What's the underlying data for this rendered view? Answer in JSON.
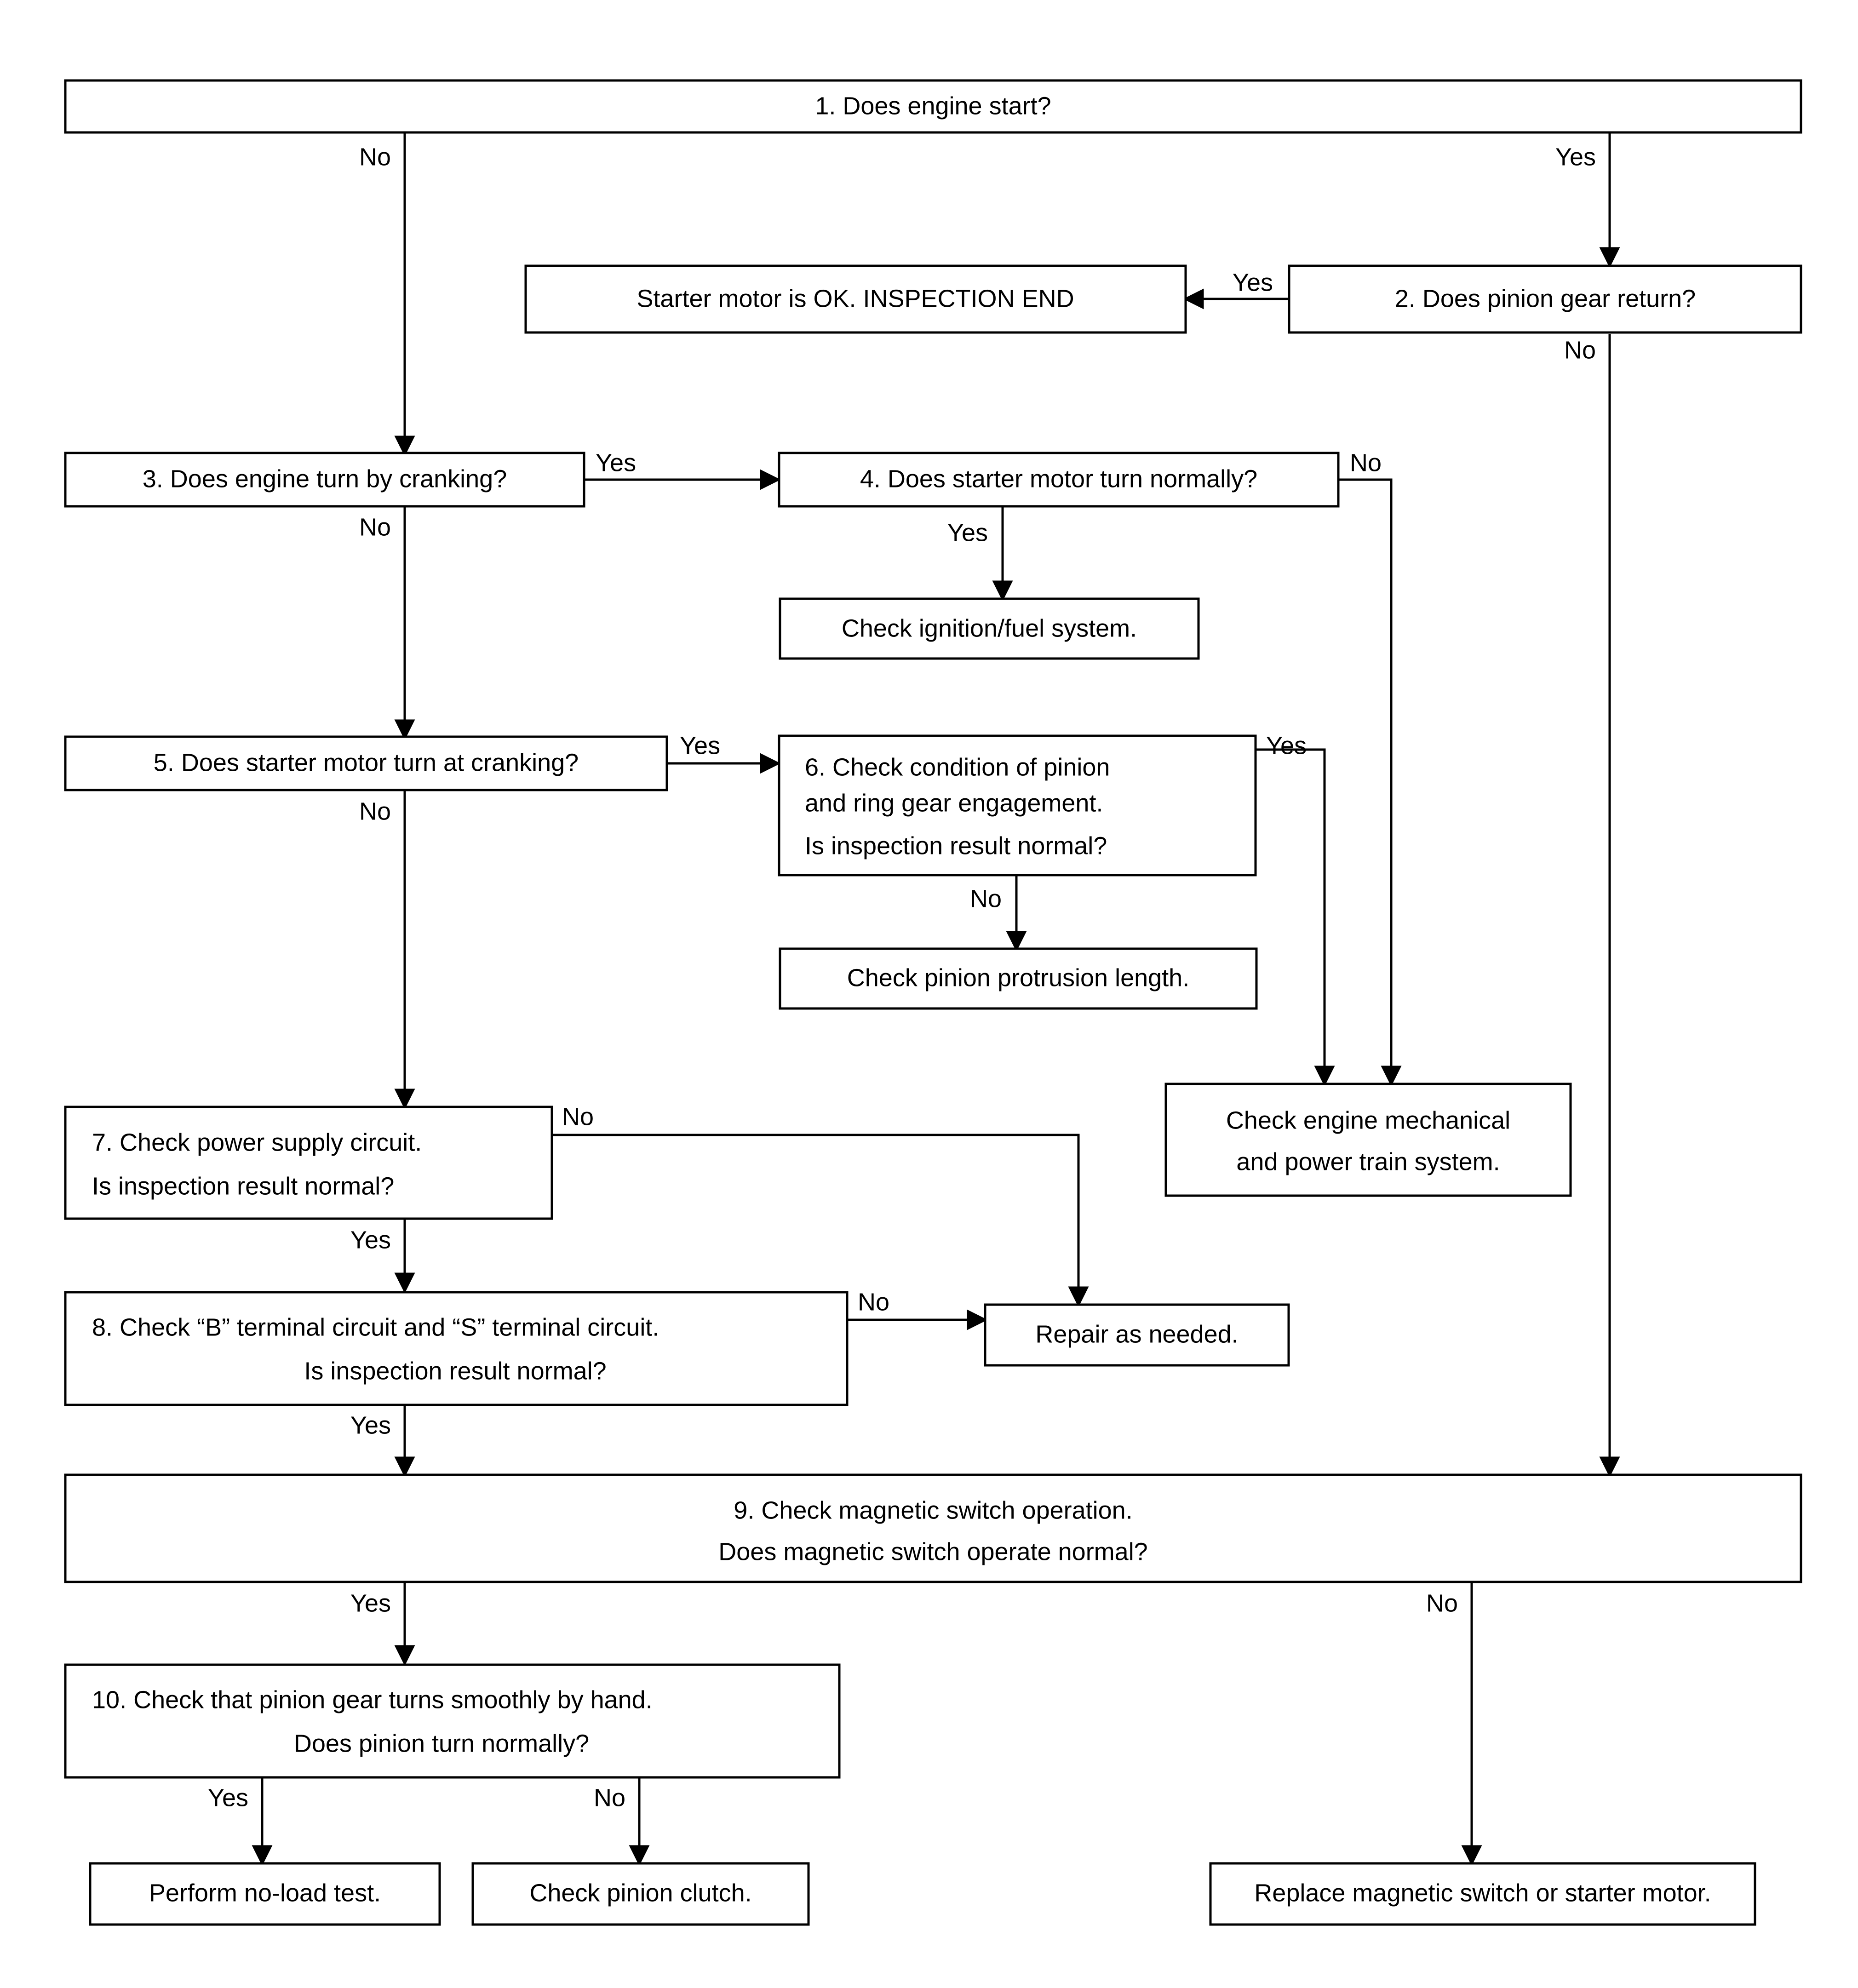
{
  "diagram": {
    "title": "Starter motor diagnostic flowchart",
    "colors": {
      "background": "#ffffff",
      "stroke": "#000000",
      "text": "#000000"
    },
    "nodes": [
      {
        "id": "n1",
        "lines": [
          "1. Does engine start?"
        ],
        "align": "center"
      },
      {
        "id": "n2",
        "lines": [
          "2. Does pinion gear return?"
        ],
        "align": "center"
      },
      {
        "id": "nOK",
        "lines": [
          "Starter motor is OK. INSPECTION END"
        ],
        "align": "center"
      },
      {
        "id": "n3",
        "lines": [
          "3. Does engine turn by cranking?"
        ],
        "align": "center"
      },
      {
        "id": "n4",
        "lines": [
          "4. Does starter motor turn normally?"
        ],
        "align": "center"
      },
      {
        "id": "nIgn",
        "lines": [
          "Check ignition/fuel system."
        ],
        "align": "center"
      },
      {
        "id": "n5",
        "lines": [
          "5. Does starter motor turn at cranking?"
        ],
        "align": "center"
      },
      {
        "id": "n6",
        "lines": [
          "6. Check condition of pinion",
          "     and ring gear engagement.",
          "Is inspection result normal?"
        ],
        "align": "left"
      },
      {
        "id": "nProt",
        "lines": [
          "Check pinion protrusion length."
        ],
        "align": "center"
      },
      {
        "id": "n7",
        "lines": [
          "7. Check power supply circuit.",
          "    Is inspection result normal?"
        ],
        "align": "left"
      },
      {
        "id": "nEng",
        "lines": [
          "Check engine mechanical",
          "and power train system."
        ],
        "align": "center"
      },
      {
        "id": "n8",
        "lines": [
          "8. Check “B” terminal circuit and “S” terminal circuit.",
          "Is inspection result normal?"
        ],
        "align": "mixed"
      },
      {
        "id": "nRep",
        "lines": [
          "Repair as needed."
        ],
        "align": "center"
      },
      {
        "id": "n9",
        "lines": [
          "9. Check magnetic switch operation.",
          "Does magnetic switch operate normal?"
        ],
        "align": "center"
      },
      {
        "id": "n10",
        "lines": [
          "10. Check that pinion gear turns smoothly by hand.",
          "Does pinion turn normally?"
        ],
        "align": "mixed"
      },
      {
        "id": "nNoLoad",
        "lines": [
          "Perform no-load test."
        ],
        "align": "center"
      },
      {
        "id": "nClutch",
        "lines": [
          "Check pinion clutch."
        ],
        "align": "center"
      },
      {
        "id": "nReplace",
        "lines": [
          "Replace magnetic switch or starter motor."
        ],
        "align": "center"
      }
    ],
    "edge_labels": [
      {
        "id": "e1no",
        "text": "No"
      },
      {
        "id": "e1yes",
        "text": "Yes"
      },
      {
        "id": "e2yes",
        "text": "Yes"
      },
      {
        "id": "e2no",
        "text": "No"
      },
      {
        "id": "e3yes",
        "text": "Yes"
      },
      {
        "id": "e3no",
        "text": "No"
      },
      {
        "id": "e4no",
        "text": "No"
      },
      {
        "id": "e4yes",
        "text": "Yes"
      },
      {
        "id": "e5yes",
        "text": "Yes"
      },
      {
        "id": "e5no",
        "text": "No"
      },
      {
        "id": "e6yes",
        "text": "Yes"
      },
      {
        "id": "e6no",
        "text": "No"
      },
      {
        "id": "e7no",
        "text": "No"
      },
      {
        "id": "e7yes",
        "text": "Yes"
      },
      {
        "id": "e8no",
        "text": "No"
      },
      {
        "id": "e8yes",
        "text": "Yes"
      },
      {
        "id": "e9yes",
        "text": "Yes"
      },
      {
        "id": "e9no",
        "text": "No"
      },
      {
        "id": "e10yes",
        "text": "Yes"
      },
      {
        "id": "e10no",
        "text": "No"
      }
    ]
  }
}
